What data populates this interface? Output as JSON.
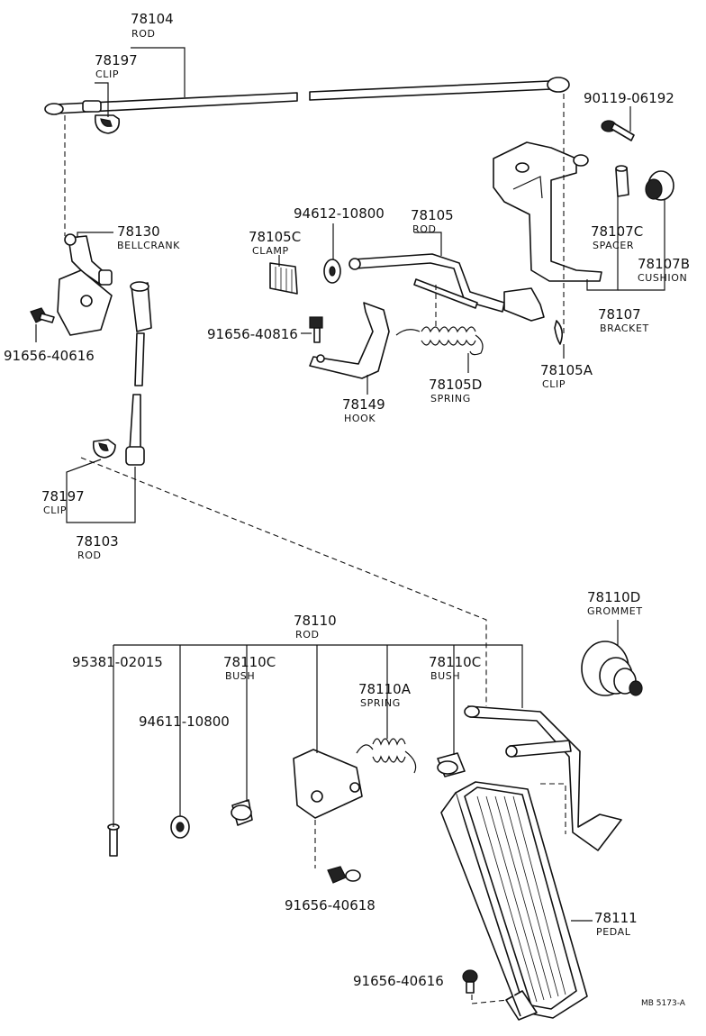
{
  "labels": [
    {
      "key": "rod_top",
      "number": "78104",
      "name": "ROD"
    },
    {
      "key": "clip_top",
      "number": "78197",
      "name": "CLIP"
    },
    {
      "key": "bolt_top_right",
      "number": "90119-06192",
      "name": ""
    },
    {
      "key": "bellcrank",
      "number": "78130",
      "name": "BELLCRANK"
    },
    {
      "key": "clamp",
      "number": "78105C",
      "name": "CLAMP"
    },
    {
      "key": "washer_mid",
      "number": "94612-10800",
      "name": ""
    },
    {
      "key": "rod_mid",
      "number": "78105",
      "name": "ROD"
    },
    {
      "key": "spacer",
      "number": "78107C",
      "name": "SPACER"
    },
    {
      "key": "cushion",
      "number": "78107B",
      "name": "CUSHION"
    },
    {
      "key": "bracket",
      "number": "78107",
      "name": "BRACKET"
    },
    {
      "key": "bolt_left",
      "number": "91656-40616",
      "name": ""
    },
    {
      "key": "bolt_hook",
      "number": "91656-40816",
      "name": ""
    },
    {
      "key": "clip_mid",
      "number": "78105A",
      "name": "CLIP"
    },
    {
      "key": "spring_mid",
      "number": "78105D",
      "name": "SPRING"
    },
    {
      "key": "hook",
      "number": "78149",
      "name": "HOOK"
    },
    {
      "key": "clip_low",
      "number": "78197",
      "name": "CLIP"
    },
    {
      "key": "rod_low",
      "number": "78103",
      "name": "ROD"
    },
    {
      "key": "grommet",
      "number": "78110D",
      "name": "GROMMET"
    },
    {
      "key": "rod_pedal",
      "number": "78110",
      "name": "ROD"
    },
    {
      "key": "pin",
      "number": "95381-02015",
      "name": ""
    },
    {
      "key": "bush_left",
      "number": "78110C",
      "name": "BUSH"
    },
    {
      "key": "bush_right",
      "number": "78110C",
      "name": "BUSH"
    },
    {
      "key": "spring_pedal",
      "number": "78110A",
      "name": "SPRING"
    },
    {
      "key": "washer_low",
      "number": "94611-10800",
      "name": ""
    },
    {
      "key": "bolt_bracket",
      "number": "91656-40618",
      "name": ""
    },
    {
      "key": "pedal",
      "number": "78111",
      "name": "PEDAL"
    },
    {
      "key": "bolt_pedal",
      "number": "91656-40616",
      "name": ""
    }
  ],
  "diagram_code": "MB 5173-A"
}
